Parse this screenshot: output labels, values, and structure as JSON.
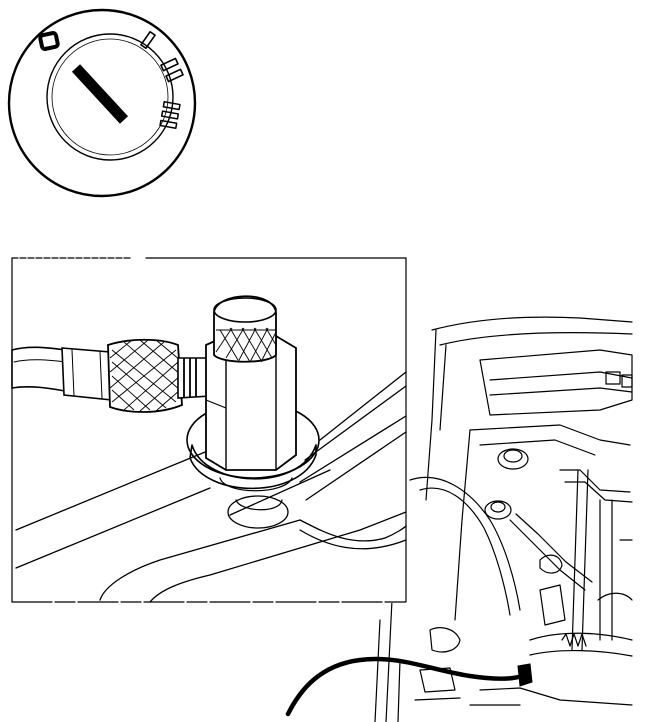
{
  "ignition_switch": {
    "positions": [
      "0",
      "I",
      "II",
      "III"
    ]
  },
  "illustration": {
    "panels": [
      "ignition-switch-dial",
      "pressure-gauge-adapter-inset",
      "engine-bay-view"
    ],
    "ink_color": "#000000",
    "paper_color": "#ffffff"
  }
}
